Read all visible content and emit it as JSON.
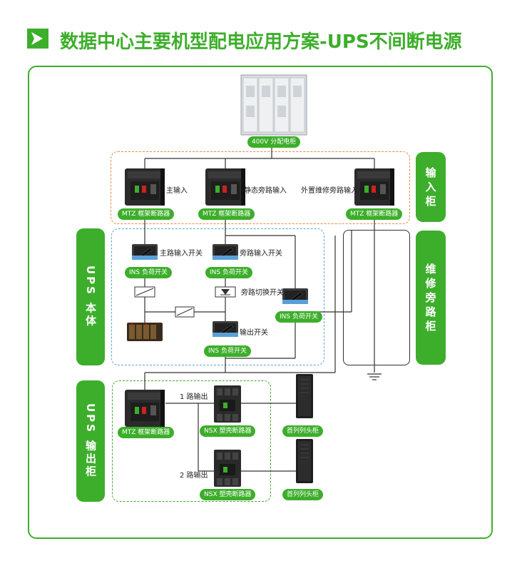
{
  "title": "数据中心主要机型配电应用方案-UPS不间断电源",
  "switchgear": {
    "label": "400V 分配电柜"
  },
  "sections": {
    "input": "输入柜",
    "ups_body": "UPS 本体",
    "bypass": "维修旁路柜",
    "output": "UPS 输出柜"
  },
  "input_breakers": [
    {
      "tag": "MTZ 框架断路器",
      "label": "主输入"
    },
    {
      "tag": "MTZ 框架断路器",
      "label": "静态旁路输入"
    },
    {
      "tag": "MTZ 框架断路器",
      "label": "外置维修旁路输入"
    }
  ],
  "ups_switches": [
    {
      "tag": "INS 负荷开关",
      "label": "主路输入开关"
    },
    {
      "tag": "INS 负荷开关",
      "label": "旁路输入开关"
    },
    {
      "tag": "INS 负荷开关",
      "label": "旁路切换开关"
    },
    {
      "tag": "INS 负荷开关",
      "label": "输出开关"
    }
  ],
  "output": {
    "main_breaker_tag": "MTZ 框架断路器",
    "route1_label": "1 路输出",
    "route2_label": "2 路输出",
    "nsx1_tag": "NSX 塑壳断路器",
    "nsx2_tag": "NSX 塑壳断路器",
    "cabinet1_tag": "首列列头柜",
    "cabinet2_tag": "首列列头柜"
  },
  "colors": {
    "accent": "#3dae2b",
    "input_border": "#e9893b",
    "ups_border": "#5ba4cf"
  }
}
